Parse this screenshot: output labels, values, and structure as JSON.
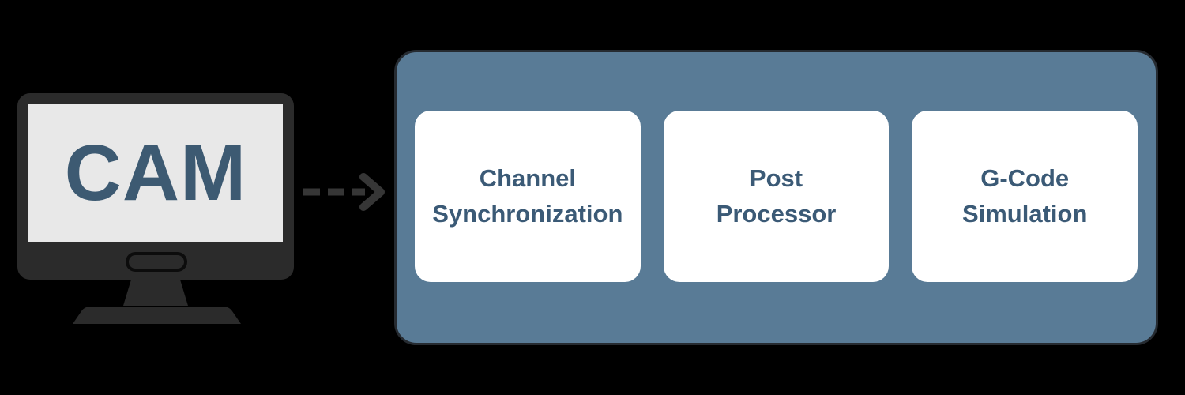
{
  "diagram": {
    "source": {
      "type": "computer-monitor",
      "screen_label": "CAM"
    },
    "arrow": {
      "style": "dashed",
      "direction": "right"
    },
    "panel": {
      "cards": [
        {
          "label": "Channel\nSynchronization"
        },
        {
          "label": "Post\nProcessor"
        },
        {
          "label": "G-Code\nSimulation"
        }
      ]
    },
    "colors": {
      "background": "#000000",
      "monitor_body": "#2b2b2b",
      "monitor_screen": "#e8e8e8",
      "screen_label_text": "#3d5a72",
      "card_text": "#3b5a76",
      "panel_fill": "#597b96",
      "panel_border": "#262b31",
      "card_fill": "#ffffff",
      "arrow": "#363636"
    }
  }
}
